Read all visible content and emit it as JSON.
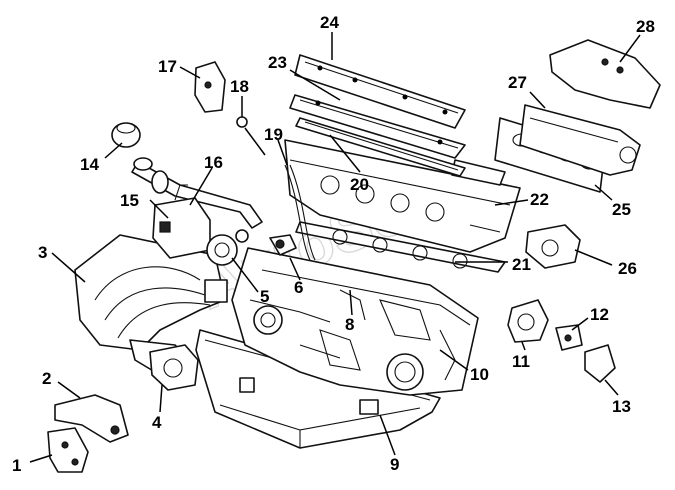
{
  "watermark": "AutoSoft",
  "callouts": [
    {
      "id": "c1",
      "number": "1"
    },
    {
      "id": "c2",
      "number": "2"
    },
    {
      "id": "c3",
      "number": "3"
    },
    {
      "id": "c4",
      "number": "4"
    },
    {
      "id": "c5",
      "number": "5"
    },
    {
      "id": "c6",
      "number": "6"
    },
    {
      "id": "c8",
      "number": "8"
    },
    {
      "id": "c9",
      "number": "9"
    },
    {
      "id": "c10",
      "number": "10"
    },
    {
      "id": "c11",
      "number": "11"
    },
    {
      "id": "c12",
      "number": "12"
    },
    {
      "id": "c13",
      "number": "13"
    },
    {
      "id": "c14",
      "number": "14"
    },
    {
      "id": "c15",
      "number": "15"
    },
    {
      "id": "c16",
      "number": "16"
    },
    {
      "id": "c17",
      "number": "17"
    },
    {
      "id": "c18",
      "number": "18"
    },
    {
      "id": "c19",
      "number": "19"
    },
    {
      "id": "c20",
      "number": "20"
    },
    {
      "id": "c21",
      "number": "21"
    },
    {
      "id": "c22",
      "number": "22"
    },
    {
      "id": "c23",
      "number": "23"
    },
    {
      "id": "c24",
      "number": "24"
    },
    {
      "id": "c25",
      "number": "25"
    },
    {
      "id": "c26",
      "number": "26"
    },
    {
      "id": "c27",
      "number": "27"
    },
    {
      "id": "c28",
      "number": "28"
    }
  ]
}
